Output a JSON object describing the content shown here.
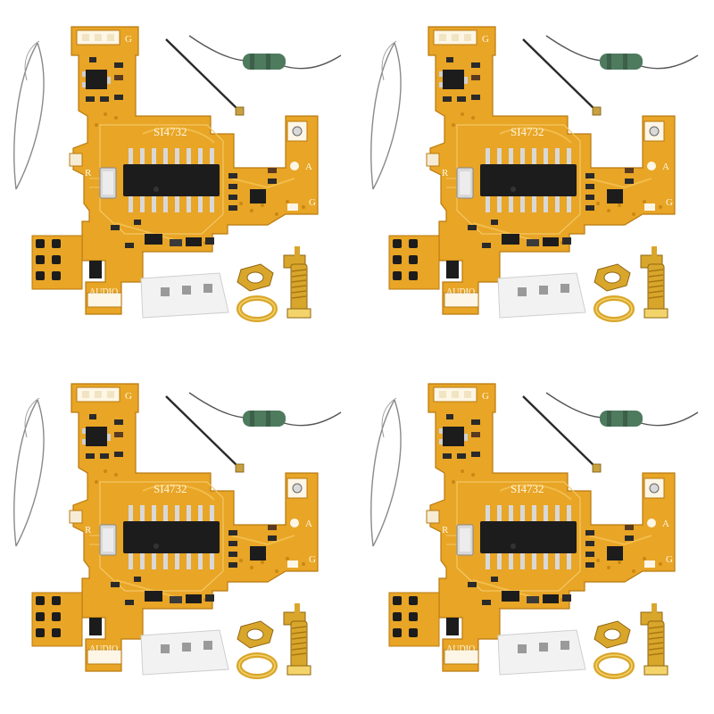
{
  "scene": {
    "description_kits": 4,
    "colors": {
      "pcb": "#e8a526",
      "pcb_dark": "#c98714",
      "trace": "#f2bd4b",
      "chip": "#1c1c1c",
      "gold": "#d9a62c",
      "gold_light": "#f3d46b",
      "wire": "#2a2a2a",
      "inductor": "#4e7a5e",
      "ceramic": "#f2f2f2"
    }
  },
  "board": {
    "chip_label": "SI4732",
    "pad_g_top": "G",
    "pad_a": "A",
    "pad_g_right": "G",
    "pad_r": "R",
    "audio_label": "AUDIO"
  },
  "kits": [
    {
      "id": "top-left"
    },
    {
      "id": "top-right"
    },
    {
      "id": "bottom-left"
    },
    {
      "id": "bottom-right"
    }
  ]
}
